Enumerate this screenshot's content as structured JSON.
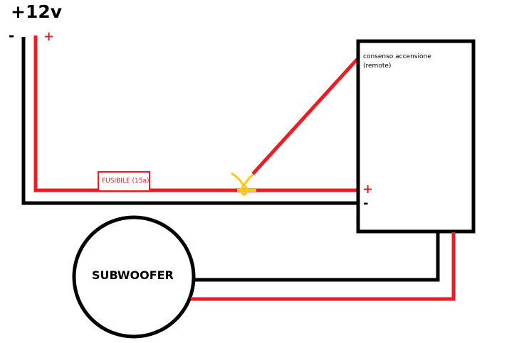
{
  "title": "+12v",
  "source_minus": "-",
  "source_plus": "+",
  "fuse_label": "FUSIBILE (15a)",
  "remote_label_line1": "consenso accensione",
  "remote_label_line2": "(remote)",
  "amp_plus": "+",
  "amp_minus": "-",
  "subwoofer_label": "SUBWOOFER",
  "colors": {
    "positive": "#ed1c24",
    "negative": "#000000",
    "splice": "#ffc90e"
  }
}
